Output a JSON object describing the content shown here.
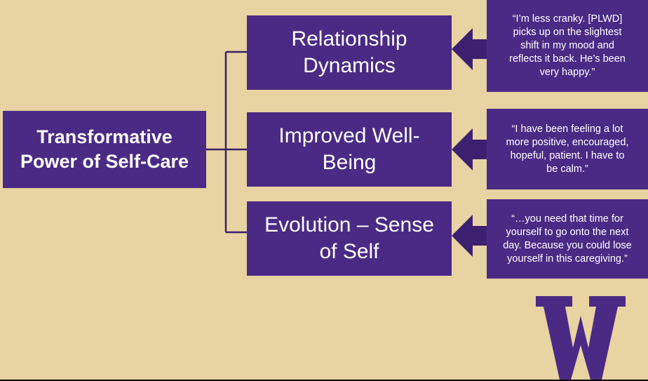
{
  "root": {
    "label": "Transformative\nPower of Self-Care"
  },
  "branches": [
    {
      "label": "Relationship\nDynamics",
      "quote": "“I’m less cranky. [PLWD]\npicks up on the slightest\nshift in my mood and\nreflects it back. He’s been\nvery happy.”"
    },
    {
      "label": "Improved Well-\nBeing",
      "quote": "“I have been feeling a lot\nmore positive, encouraged,\nhopeful, patient. I have to\nbe calm.”"
    },
    {
      "label": "Evolution – Sense\nof Self",
      "quote": "“…you need that time for\nyourself to go onto the next\nday. Because you could lose\nyourself in this caregiving.”"
    }
  ],
  "colors": {
    "background": "#e8d3a2",
    "box": "#4b2a85",
    "arrow": "#3e2070",
    "line": "#3b1f6b",
    "logo": "#4b2a85"
  },
  "logo": {
    "letter": "W",
    "icon": "university-w-logo"
  }
}
